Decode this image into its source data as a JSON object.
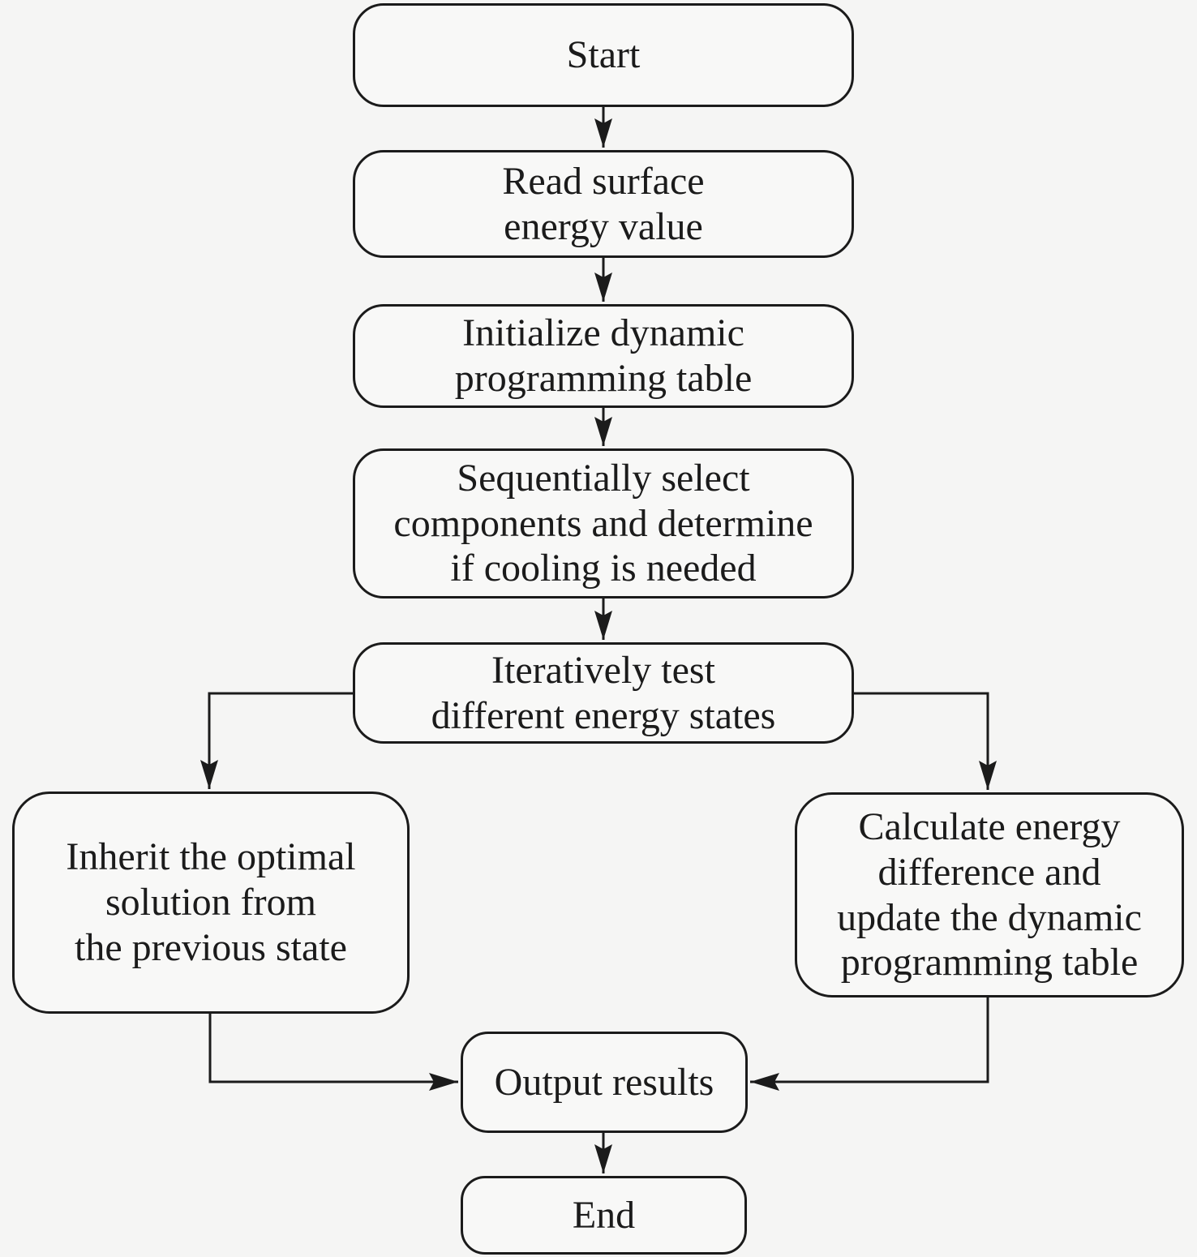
{
  "figure": {
    "type": "flowchart",
    "background_color": "#f5f5f4",
    "node_fill_color": "#f8f8f7",
    "line_color": "#1b1b1b"
  },
  "flowchart": {
    "nodes": {
      "start": {
        "label": "Start"
      },
      "read": {
        "label": "Read surface\nenergy value"
      },
      "initialize": {
        "label": "Initialize dynamic\nprogramming table"
      },
      "select": {
        "label": "Sequentially select\ncomponents and determine\nif cooling is needed"
      },
      "iterate": {
        "label": "Iteratively test\ndifferent energy states"
      },
      "inherit": {
        "label": "Inherit the optimal\nsolution from\nthe previous state"
      },
      "calculate": {
        "label": "Calculate energy\ndifference and\nupdate the dynamic\nprogramming table"
      },
      "output": {
        "label": "Output results"
      },
      "end": {
        "label": "End"
      }
    },
    "edges": [
      {
        "from": "start",
        "to": "read"
      },
      {
        "from": "read",
        "to": "initialize"
      },
      {
        "from": "initialize",
        "to": "select"
      },
      {
        "from": "select",
        "to": "iterate"
      },
      {
        "from": "iterate",
        "to": "inherit"
      },
      {
        "from": "iterate",
        "to": "calculate"
      },
      {
        "from": "inherit",
        "to": "output"
      },
      {
        "from": "calculate",
        "to": "output"
      },
      {
        "from": "output",
        "to": "end"
      }
    ]
  }
}
